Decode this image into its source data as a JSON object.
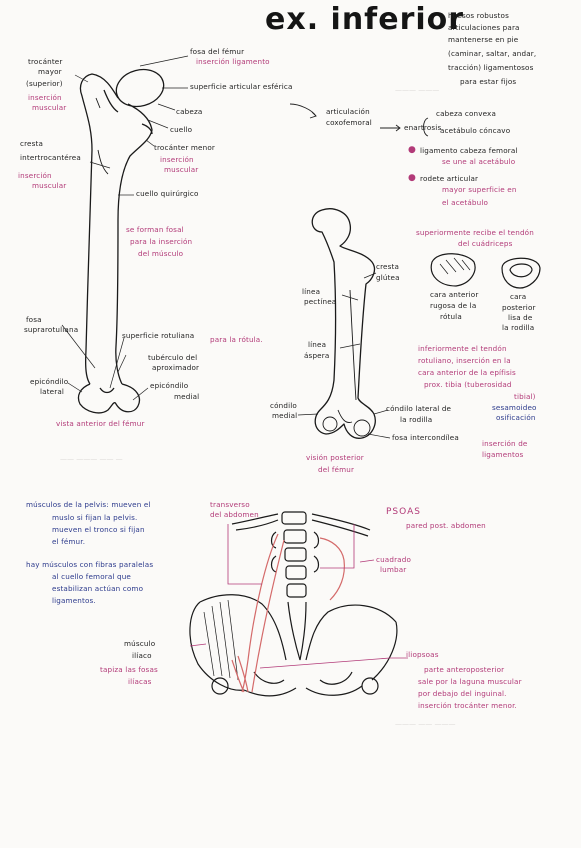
{
  "title": "ex. inferior",
  "intro": [
    "huesos robustos",
    "articulaciones para",
    "mantenerse en pie",
    "(caminar, saltar, andar,",
    "tracción) ligamentosos",
    "para estar fijos"
  ],
  "femur_anterior": {
    "trocanter_mayor": [
      "trocánter",
      "mayor",
      "(superior)"
    ],
    "trocanter_mayor_note": [
      "inserción",
      "muscular"
    ],
    "fosa_femur": "fosa del fémur",
    "fosa_femur_note": "inserción ligamento",
    "superficie_articular": "superficie articular esférica",
    "cabeza": "cabeza",
    "cuello": "cuello",
    "trocanter_menor": "trocánter menor",
    "trocanter_menor_note": [
      "inserción",
      "muscular"
    ],
    "cresta": [
      "cresta",
      "intertrocantérea"
    ],
    "cresta_note": [
      "inserción",
      "muscular"
    ],
    "cuello_quirurgico": "cuello quirúrgico",
    "fosal_note": [
      "se forman fosal",
      "para la inserción",
      "del músculo"
    ],
    "fosa_suprarotuliana": [
      "fosa",
      "suprarotuliana"
    ],
    "superficie_rotuliana": "superficie rotuliana",
    "superficie_rotuliana_note": "para la rótula.",
    "tuberculo": [
      "tubérculo del",
      "aproximador"
    ],
    "epicondilo_lateral": [
      "epicóndilo",
      "lateral"
    ],
    "epicondilo_medial": [
      "epicóndilo",
      "medial"
    ],
    "caption": "vista anterior del fémur"
  },
  "femur_posterior": {
    "cresta_glutea": [
      "cresta",
      "glútea"
    ],
    "linea_pectinea": [
      "línea",
      "pectínea"
    ],
    "linea_aspera": [
      "línea",
      "áspera"
    ],
    "condilo_medial": [
      "cóndilo",
      "medial"
    ],
    "condilo_lateral": [
      "cóndilo lateral de",
      "la rodilla"
    ],
    "fosa_intercondilea": "fosa intercondílea",
    "fosa_note": [
      "inserción de",
      "ligamentos"
    ],
    "caption": [
      "visión posterior",
      "del fémur"
    ]
  },
  "articulacion": {
    "label": [
      "articulación",
      "coxofemoral"
    ],
    "enartrosis": "enartrosis",
    "cabeza_convexa": "cabeza convexa",
    "acetabulo_concavo": "acetábulo cóncavo",
    "ligamento": "ligamento cabeza femoral",
    "ligamento_note": "se une al acetábulo",
    "rodete": "rodete articular",
    "rodete_note": [
      "mayor superficie en",
      "el acetábulo"
    ]
  },
  "rotula": {
    "note": [
      "superiormente recibe el tendón",
      "del cuádriceps"
    ],
    "cara_anterior": [
      "cara anterior",
      "rugosa de la",
      "rótula"
    ],
    "cara_posterior": [
      "cara",
      "posterior",
      "lisa de",
      "la rodilla"
    ],
    "inferior_note": [
      "inferiormente el tendón",
      "rotuliano, inserción en la",
      "cara anterior de la epífisis",
      "prox. tibia (tuberosidad",
      "tibial)"
    ],
    "sesamoideo": [
      "sesamoideo",
      "osificación"
    ]
  },
  "pelvis": {
    "musculos": [
      "músculos de la pelvis: mueven el",
      "muslo si fijan la pelvis.",
      "mueven el tronco si fijan",
      "el fémur."
    ],
    "fibras": [
      "hay músculos con fibras paralelas",
      "al cuello femoral que",
      "estabilizan actúan como",
      "ligamentos."
    ],
    "transverso": [
      "transverso",
      "del abdomen"
    ],
    "psoas": "PSOAS",
    "psoas_note": "pared post. abdomen",
    "cuadrado": [
      "cuadrado",
      "lumbar"
    ],
    "iliaco": [
      "músculo",
      "ilíaco"
    ],
    "iliaco_note": [
      "tapiza las fosas",
      "ilíacas"
    ],
    "iliopsoas": "iliopsoas",
    "iliopsoas_note": [
      "parte anteroposterior",
      "sale por la laguna muscular",
      "por debajo del inguinal.",
      "inserción trocánter menor."
    ]
  },
  "colors": {
    "ink": "#1f1f1f",
    "pink": "#b23a78",
    "blue": "#2c3a8c",
    "muscle": "#d46a6a"
  }
}
